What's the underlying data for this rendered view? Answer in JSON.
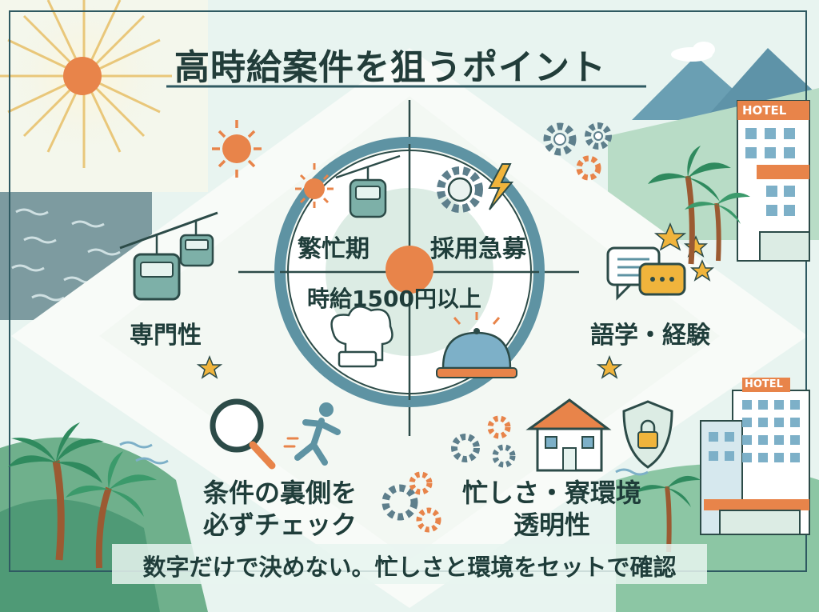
{
  "title": "高時給案件を狙うポイント",
  "center_label": "時給1500円以上",
  "quadrants": {
    "top_left": "繁忙期",
    "top_right": "採用急募"
  },
  "sides": {
    "left": "専門性",
    "right": "語学・経験"
  },
  "bottom_left": {
    "line1": "条件の裏側を",
    "line2": "必ずチェック"
  },
  "bottom_right": {
    "line1": "忙しさ・寮環境",
    "line2": "透明性"
  },
  "footer": "数字だけで決めない。忙しさと環境をセットで確認",
  "hotel_sign": "HOTEL",
  "colors": {
    "accent_orange": "#e8844a",
    "teal_ring": "#5e93a3",
    "dark_text": "#1f3d3a",
    "light_green": "#cfe6da",
    "mint_bg": "#e6f3ef"
  }
}
